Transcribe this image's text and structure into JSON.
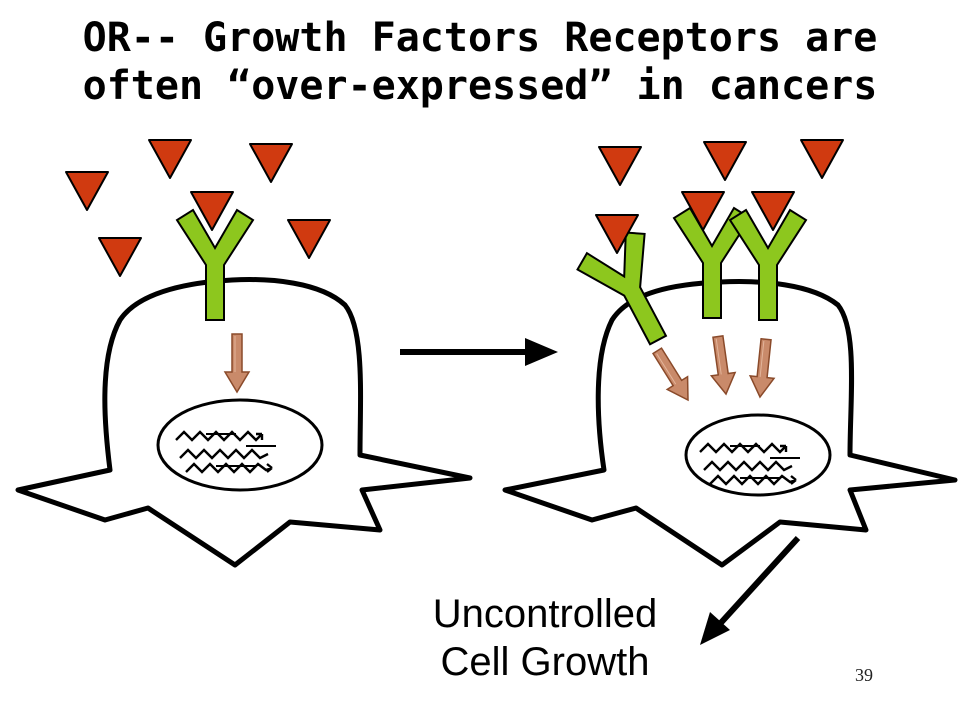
{
  "title": {
    "line1": "OR-- Growth Factors Receptors are",
    "line2": "often “over-expressed” in cancers"
  },
  "caption": {
    "line1": "Uncontrolled",
    "line2": "Cell Growth"
  },
  "slide_number": "39",
  "colors": {
    "ligand": "#d03a10",
    "receptor": "#8dc71e",
    "signal_arrow": "#c98a6a",
    "outline": "#000000",
    "background": "#ffffff"
  },
  "icons": {
    "growth_factor": "red-triangle",
    "receptor": "green-y-shape",
    "dna": "zigzag-arrows"
  }
}
